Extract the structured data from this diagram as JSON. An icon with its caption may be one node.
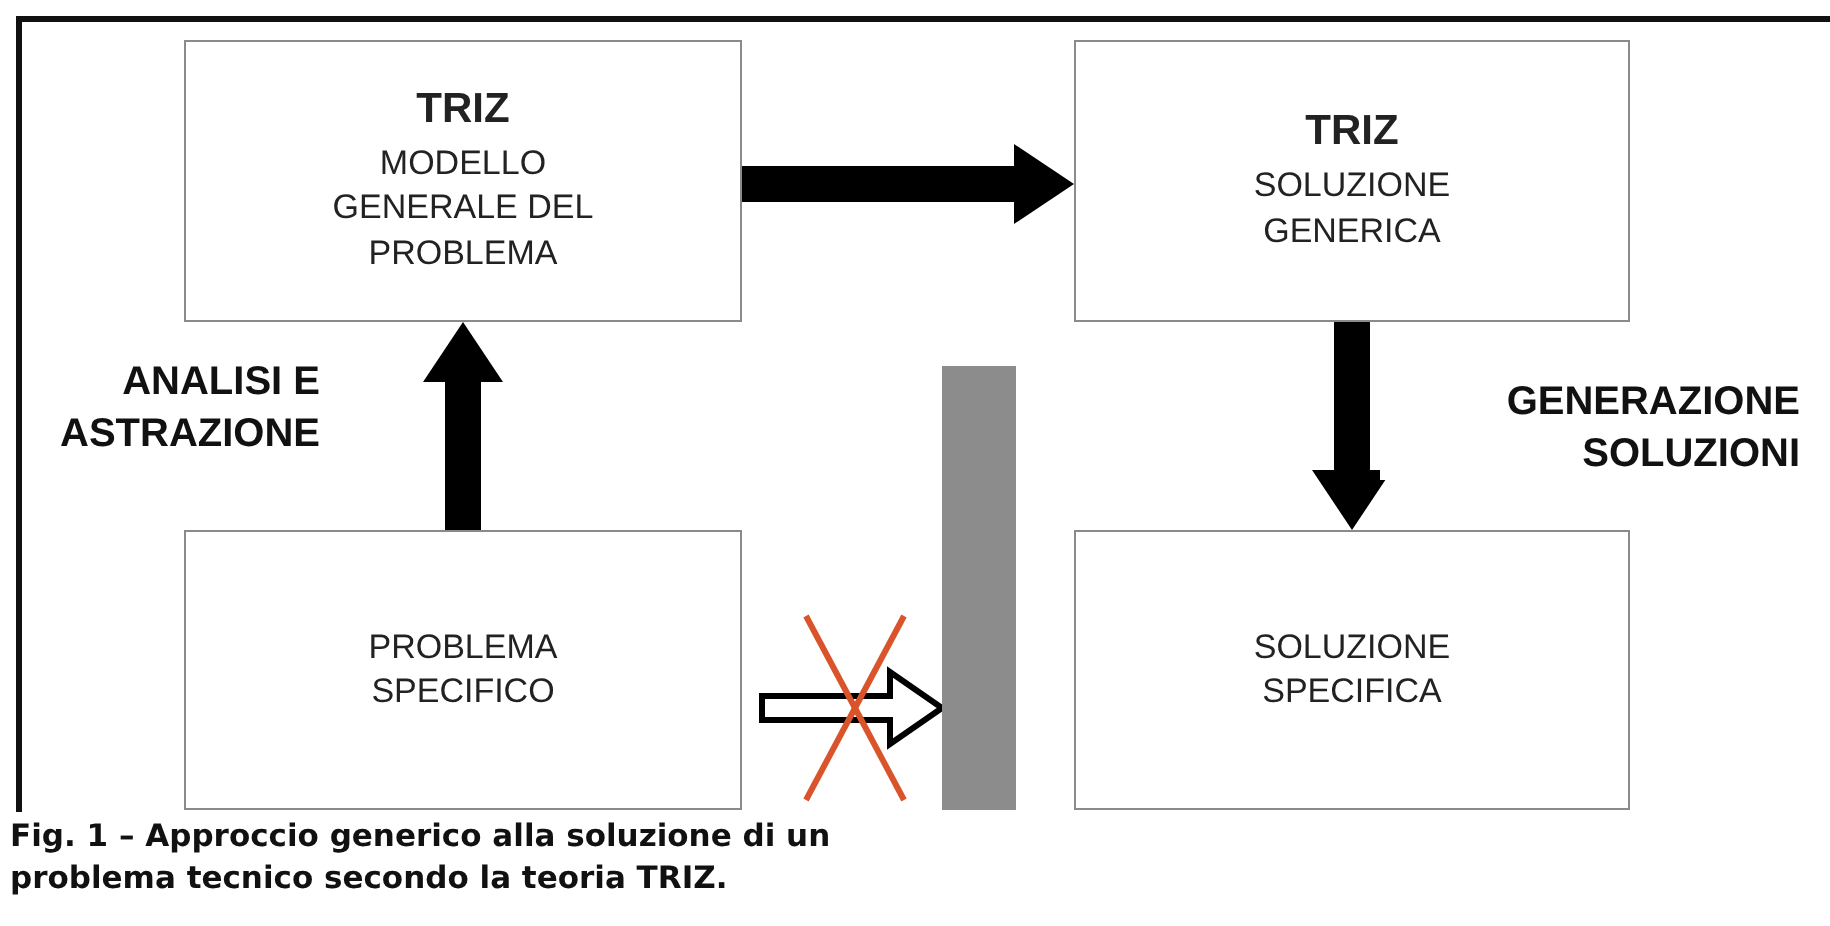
{
  "diagram": {
    "caption": "Fig. 1 – Approccio generico alla soluzione di un problema tecnico secondo la teoria TRIZ.",
    "nodes": [
      {
        "text": [
          "TRIZ",
          "MODELLO GENERALE DEL PROBLEMA"
        ]
      },
      {
        "text": [
          "TRIZ",
          "SOLUZIONE GENERICA"
        ]
      },
      {
        "text": [
          "PROBLEMA SPECIFICO"
        ]
      },
      {
        "text": [],
        "shape": "bar"
      },
      {
        "text": [
          "SOLUZIONE SPECIFICA"
        ]
      }
    ],
    "edges": [
      {
        "from": 0,
        "to": 1,
        "arrow": "to"
      },
      {
        "from": 2,
        "to": 0,
        "arrow": "to",
        "label": "ANALISI E ASTRAZIONE"
      },
      {
        "from": 1,
        "to": 4,
        "arrow": "to",
        "label": "GENERAZIONE SOLUZIONI"
      },
      {
        "from": 2,
        "to": 3,
        "arrow": "to"
      }
    ]
  }
}
